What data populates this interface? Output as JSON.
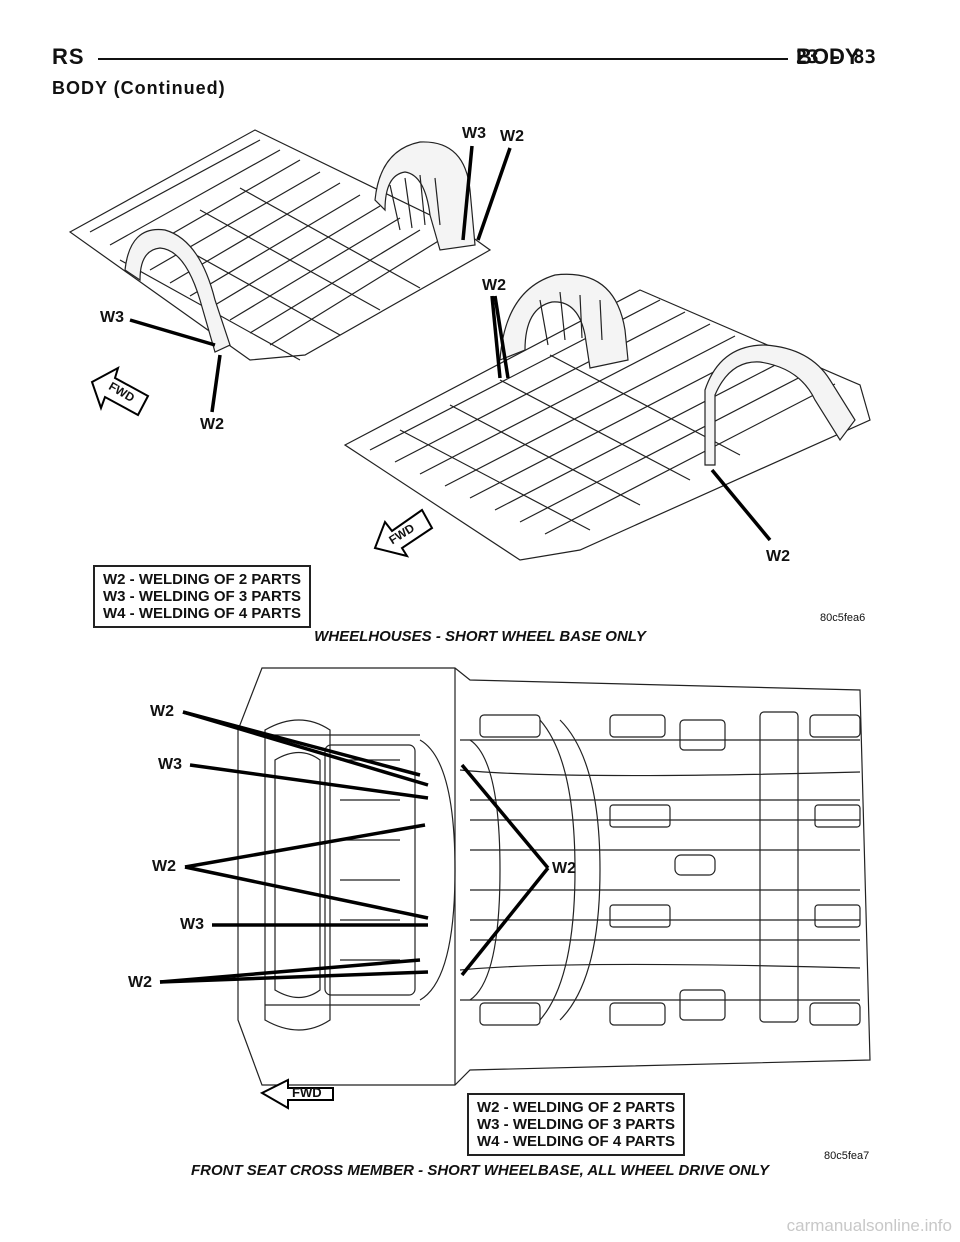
{
  "header": {
    "left": "RS",
    "section": "BODY",
    "page": "23 - 83"
  },
  "continued": "BODY (Continued)",
  "figure1": {
    "labels": {
      "w3_top": "W3",
      "w2_top": "W2",
      "w2_mid": "W2",
      "w3_left": "W3",
      "w2_left": "W2",
      "w2_right": "W2",
      "fwd_a": "FWD",
      "fwd_b": "FWD"
    },
    "legend": [
      "W2 - WELDING OF 2 PARTS",
      "W3 - WELDING OF 3 PARTS",
      "W4 - WELDING OF 4 PARTS"
    ],
    "fig_id": "80c5fea6",
    "caption": "WHEELHOUSES - SHORT WHEEL BASE ONLY"
  },
  "figure2": {
    "labels": {
      "w2_a": "W2",
      "w3_a": "W3",
      "w2_b": "W2",
      "w3_b": "W3",
      "w2_c": "W2",
      "w2_center": "W2",
      "fwd": "FWD"
    },
    "legend": [
      "W2 - WELDING OF 2 PARTS",
      "W3 - WELDING OF 3 PARTS",
      "W4 - WELDING OF 4 PARTS"
    ],
    "fig_id": "80c5fea7",
    "caption": "FRONT SEAT CROSS MEMBER - SHORT WHEELBASE, ALL WHEEL DRIVE ONLY"
  },
  "watermark": "carmanualsonline.info"
}
